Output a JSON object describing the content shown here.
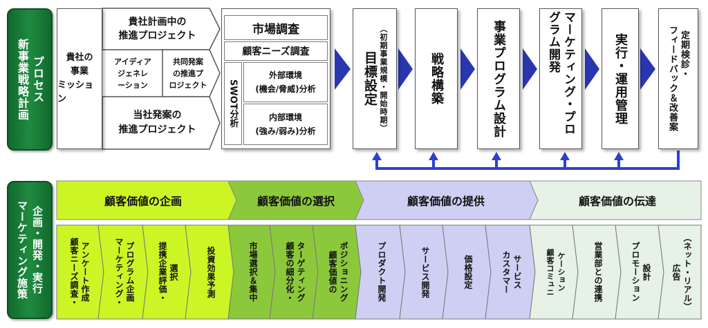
{
  "left_labels": {
    "top": [
      "新事業戦略計画",
      "プロセス"
    ],
    "bottom": [
      "マーケティング施策",
      "企画・開発・実行"
    ]
  },
  "origin": {
    "mission": [
      "貴社の",
      "事業",
      "ミッション"
    ],
    "plan_projects": [
      "貴社計画中の",
      "推進プロジェクト"
    ],
    "idea_gen": [
      "アイディア",
      "ジェネレ",
      "ーション"
    ],
    "joint_projects": [
      "共同発案",
      "の推進プ",
      "ロジェクト"
    ],
    "our_projects": [
      "当社発案の",
      "推進プロジェクト"
    ]
  },
  "research": {
    "market": "市場調査",
    "customer_needs": "顧客ニーズ調査",
    "swot": "SWOT分析",
    "external": [
      "外部環境",
      "(機会/脅威)分析"
    ],
    "internal": [
      "内部環境",
      "(強み/弱み)分析"
    ]
  },
  "steps": [
    {
      "main": "目標設定",
      "sub": "（初期事業規模・開始時期）"
    },
    {
      "main": "戦略構築",
      "sub": ""
    },
    {
      "main": "事業プログラム設計",
      "sub": ""
    },
    {
      "main": "マーケティング・プログラム開発",
      "sub": ""
    },
    {
      "main": "実行・運用管理",
      "sub": ""
    },
    {
      "main": "フィードバック＆改善案",
      "sub": "定期検診・"
    }
  ],
  "phases": [
    {
      "label": "顧客価値の企画",
      "color": "#ccf526"
    },
    {
      "label": "顧客価値の選択",
      "color": "#8cc83c"
    },
    {
      "label": "顧客価値の提供",
      "color": "#cfcff3"
    },
    {
      "label": "顧客価値の伝達",
      "color": "#e6f2e6"
    }
  ],
  "cells": [
    [
      "顧客ニーズ調査・",
      "アンケート作成"
    ],
    [
      "マーケティング・",
      "プログラム企画"
    ],
    [
      "提携企業評価・",
      "選択"
    ],
    [
      "投資効果予測"
    ],
    [
      "市場選択＆集中"
    ],
    [
      "顧客の細分化・",
      "ターゲティング"
    ],
    [
      "顧客価値の",
      "ポジショニング"
    ],
    [
      "プロダクト開発"
    ],
    [
      "サービス開発"
    ],
    [
      "価格設定"
    ],
    [
      "カスタマー",
      "サービス"
    ],
    [
      "顧客コミュニ",
      "ケーション"
    ],
    [
      "営業部との連携"
    ],
    [
      "プロモーション",
      "設計"
    ],
    [
      "広告",
      "（ネット・リアル）"
    ]
  ],
  "colors": {
    "label_green": "#1f8b3f",
    "arrow_blue": "#2a36b0",
    "feedback_blue": "#2f3fd0"
  }
}
